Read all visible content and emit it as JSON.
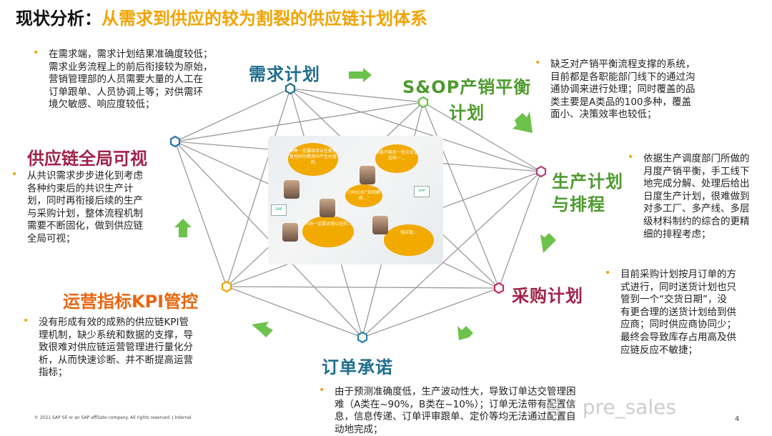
{
  "title": {
    "prefix": "现状分析：",
    "main": "从需求到供应的较为割裂的供应链计划体系"
  },
  "nodes": {
    "demand": {
      "label": "需求计划",
      "color": "#1f6e8c"
    },
    "sop": {
      "label_line1": "S&OP产销平衡",
      "label_line2": "计划",
      "color": "#4e9a2e"
    },
    "production": {
      "label_line1": "生产计划",
      "label_line2": "与排程",
      "color": "#4e9a2e"
    },
    "procurement": {
      "label": "采购计划",
      "color": "#a0234a"
    },
    "order": {
      "label": "订单承诺",
      "color": "#1f6e8c"
    },
    "kpi": {
      "label": "运营指标KPI管控",
      "color": "#e8660f"
    },
    "visibility": {
      "label": "供应链全局可视",
      "color": "#a0234a"
    }
  },
  "descriptions": {
    "demand": [
      "在需求端，需求计划结果准确度较低；",
      "需求业务流程上的前后衔接较为原始，",
      "营销管理部的人员需要大量的人工在",
      "订单跟单、人员协调上等；对供需环",
      "境欠敏感、响应度较低；"
    ],
    "sop": [
      "缺乏对产销平衡流程支撑的系统，",
      "目前都是各职能部门线下的通过沟",
      "通协调来进行处理；同时覆盖的品",
      "类主要是A类品的100多种，覆盖",
      "面小、决策效率也较低；"
    ],
    "production": [
      "依据生产调度部门所做的",
      "月度产销平衡，手工线下",
      "地完成分解、处理后给出",
      "日度生产计划，很难做到",
      "对多工厂、多产线、多层",
      "级材料制约的综合的更精",
      "细的排程考虑；"
    ],
    "procurement": [
      "目前采购计划按月订单的方",
      "式进行，同时送货计划也只",
      "管到一个“交货日期”，没",
      "有更合理的送货计划给到供",
      "应商；同时供应商协同少；",
      "最终会导致库存占用高及供",
      "应链反应不敏捷；"
    ],
    "order": [
      "由于预测准确度低，生产波动性大，导致订单达交管理困",
      "难（A类在~90%，B类在~10%）；订单无法带有配置信",
      "息，信息传递、订单评审跟单、定价等均无法通过配置自",
      "动地完成；"
    ],
    "kpi": [
      "没有形成有效的成熟的供应链KPI管",
      "理机制，缺少系统和数据的支撑，导",
      "致很难对供应链运营管理进行量化分",
      "析，从而快速诊断、并不断提高运营",
      "指标；"
    ],
    "visibility": [
      "从共识需求步步进化到考虑",
      "各种约束后的共识生产计",
      "划，同时再衔接后续的生产",
      "与采购计划，整体流程机制",
      "需要不断固化，做到供应链",
      "全局可视；"
    ]
  },
  "center_image": {
    "bubble1": "销售一定要结合以往能够管控好的费用中产生价值的",
    "bubble2": "我能不能在一些正在这边有一...",
    "bubble3": "CMOCIO“如何确保...”",
    "bubble4": "市场一定要运营以往的...",
    "bubble5": "供应链...",
    "window_label": "SAP"
  },
  "accent_color": "#f0a300",
  "arrow_color": "#6cc24a",
  "footer": {
    "copyright": "© 2021 SAP SE or an SAP affiliate company. All rights reserved.  ǀ  Internal",
    "page": "4"
  },
  "watermark": "号 · pre_sales"
}
